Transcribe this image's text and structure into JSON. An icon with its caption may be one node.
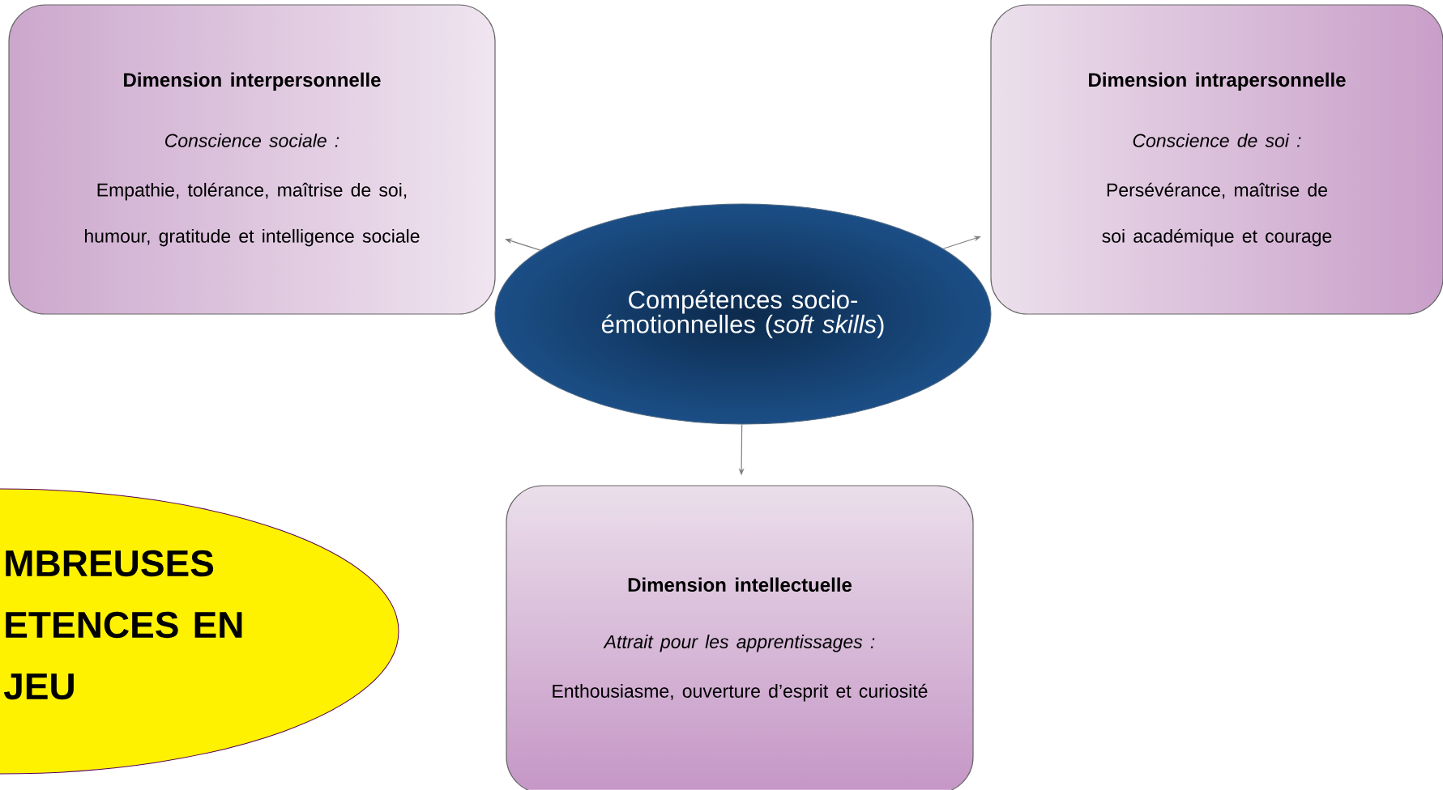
{
  "diagram": {
    "nodes": [
      {
        "text": [
          "Dimension interpersonnelle",
          "Conscience sociale :",
          "Empathie, tolérance, maîtrise de soi, humour, gratitude et intelligence sociale"
        ]
      },
      {
        "text": [
          "Dimension intrapersonnelle",
          "Conscience de soi :",
          "Persévérance, maîtrise de soi académique et courage"
        ]
      },
      {
        "text": [
          "Compétences socio-émotionnelles (*soft skills*)"
        ]
      },
      {
        "text": [
          "Dimension intellectuelle",
          "Attrait pour les apprentissages :",
          "Enthousiasme, ouverture d’esprit et curiosité"
        ]
      },
      {
        "text": [
          "MBREUSES ETENCES EN JEU"
        ]
      }
    ],
    "edges": [
      {
        "from": 2,
        "to": 0,
        "arrow": "to"
      },
      {
        "from": 2,
        "to": 1,
        "arrow": "to"
      },
      {
        "from": 2,
        "to": 3,
        "arrow": "to"
      }
    ]
  }
}
